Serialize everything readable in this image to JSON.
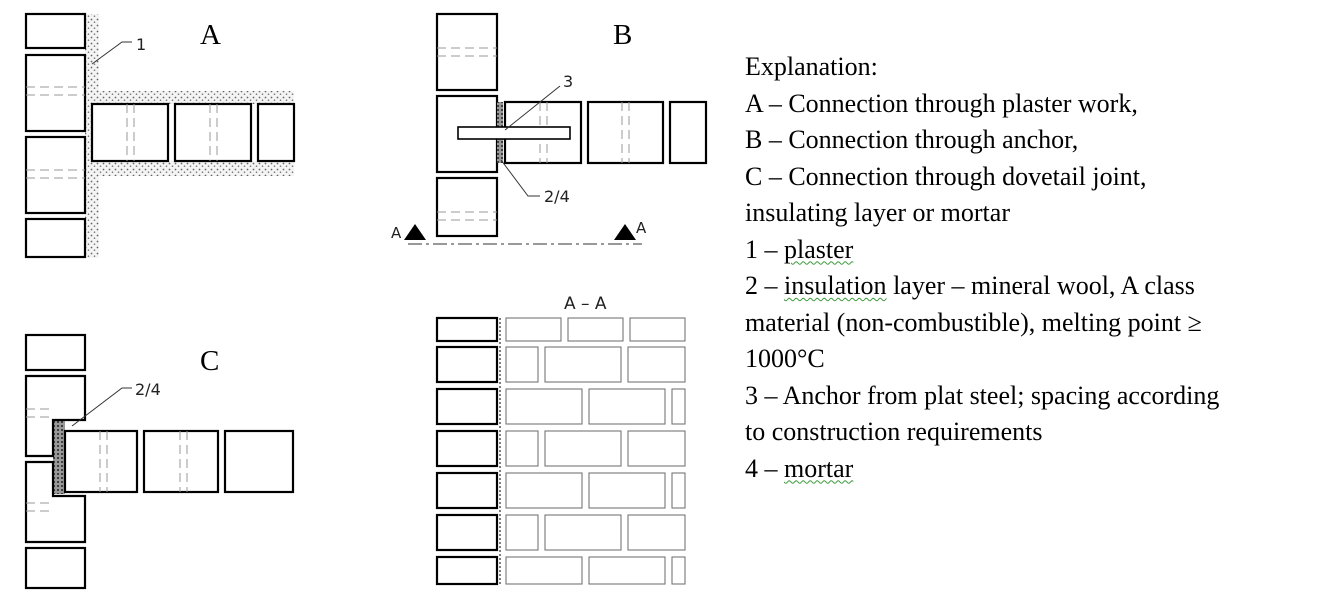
{
  "panels": [
    {
      "letter": "A",
      "callouts": [
        "1"
      ]
    },
    {
      "letter": "B",
      "callouts": [
        "3",
        "2/4"
      ],
      "section_marks": [
        "A",
        "A"
      ]
    },
    {
      "letter": "C",
      "callouts": [
        "2/4"
      ]
    },
    {
      "section_title": "A – A"
    }
  ],
  "explanation": {
    "heading": "Explanation:",
    "lines": [
      {
        "id": "A",
        "pre": "A – Connection through plaster work,"
      },
      {
        "id": "B",
        "pre": "B – Connection through anchor,"
      },
      {
        "id": "C1",
        "pre": "C – Connection through dovetail joint,"
      },
      {
        "id": "C2",
        "pre": "insulating layer or mortar"
      },
      {
        "id": "1",
        "pre": "1 – ",
        "mark": "plaster",
        "post": ""
      },
      {
        "id": "2a",
        "pre": "2 – ",
        "mark": "insulation",
        "post": " layer – mineral wool, A class"
      },
      {
        "id": "2b",
        "pre": "material (non-combustible), melting point ≥"
      },
      {
        "id": "2c",
        "pre": "1000°C"
      },
      {
        "id": "3a",
        "pre": "3 – Anchor from plat steel; spacing according"
      },
      {
        "id": "3b",
        "pre": "to construction requirements"
      },
      {
        "id": "4",
        "pre": "4 – ",
        "mark": "mortar",
        "post": ""
      }
    ]
  }
}
